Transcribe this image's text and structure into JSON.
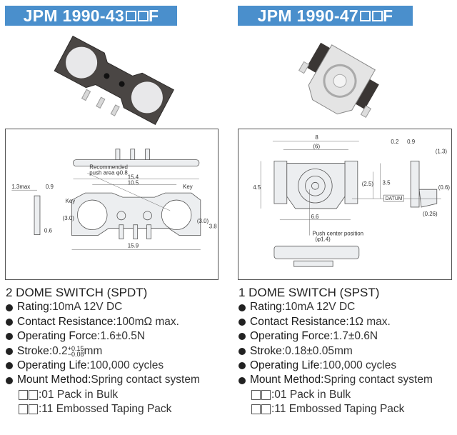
{
  "left": {
    "title": "JPM 1990-43",
    "title_suffix": "F",
    "drawing": {
      "recommended": "Recommended",
      "push_area": "push area φ0.8",
      "dims": [
        "15.4",
        "10.5",
        "15.9",
        "1.3max",
        "0.9",
        "0.6",
        "(3.0)",
        "(3.0)",
        "3.8",
        "Key",
        "Key"
      ]
    },
    "spec_title": "2 DOME SWITCH (SPDT)",
    "specs": [
      {
        "label": "Rating",
        "value": "10mA 12V DC"
      },
      {
        "label": "Contact Resistance",
        "value": "100mΩ max."
      },
      {
        "label": "Operating Force",
        "value": "1.6±0.5N"
      },
      {
        "label": "Stroke ",
        "value": "0.2",
        "tol_plus": "+0.15",
        "tol_minus": "−0.08",
        "unit": "mm"
      },
      {
        "label": "Operating Life",
        "value": "100,000 cycles"
      },
      {
        "label": "Mount Method ",
        "value": "Spring contact system"
      }
    ],
    "packs": [
      ":01 Pack in Bulk",
      ":11 Embossed Taping Pack"
    ]
  },
  "right": {
    "title": "JPM 1990-47",
    "title_suffix": "F",
    "drawing": {
      "push_center": "Push center position",
      "push_dia": "(φ1.4)",
      "datum": "DATUM",
      "dims": [
        "8",
        "(6)",
        "4.5",
        "3.5",
        "(2.5)",
        "6.6",
        "0.2",
        "0.9",
        "(1.3)",
        "(0.6)",
        "(0.26)"
      ]
    },
    "spec_title": "1 DOME SWITCH (SPST)",
    "specs": [
      {
        "label": "Rating",
        "value": "10mA 12V DC"
      },
      {
        "label": "Contact Resistance",
        "value": "1Ω max."
      },
      {
        "label": "Operating Force",
        "value": "1.7±0.6N"
      },
      {
        "label": "Stroke ",
        "value": "0.18±0.05mm"
      },
      {
        "label": "Operating Life",
        "value": "100,000 cycles"
      },
      {
        "label": "Mount Method ",
        "value": "Spring contact system"
      }
    ],
    "packs": [
      ":01 Pack in Bulk",
      ":11 Embossed Taping Pack"
    ]
  }
}
